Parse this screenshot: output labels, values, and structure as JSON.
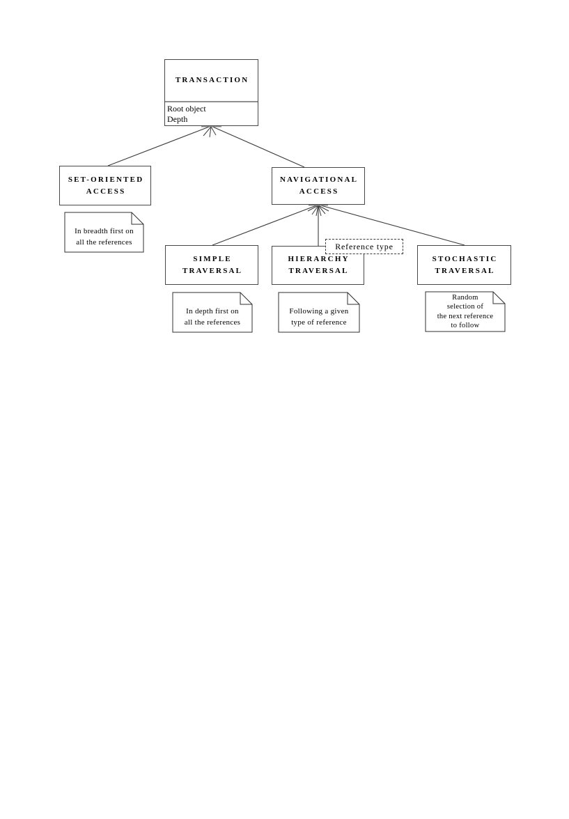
{
  "colors": {
    "background": "#ffffff",
    "line": "#3b3b3b",
    "box_border": "#464646",
    "divider": "#8f8f8f",
    "text": "#000000"
  },
  "classes": {
    "transaction": {
      "title": "TRANSACTION",
      "attributes": [
        "Root object",
        "Depth"
      ]
    },
    "set_oriented": {
      "line1": "SET-ORIENTED",
      "line2": "ACCESS"
    },
    "navigational": {
      "line1": "NAVIGATIONAL",
      "line2": "ACCESS"
    },
    "simple": {
      "line1": "SIMPLE",
      "line2": "TRAVERSAL"
    },
    "hierarchy": {
      "line1": "HIERARCHY",
      "line2": "TRAVERSAL"
    },
    "stochastic": {
      "line1": "STOCHASTIC",
      "line2": "TRAVERSAL"
    }
  },
  "notes": {
    "set_oriented": {
      "line1": "In breadth first on",
      "line2": "all the references"
    },
    "simple": {
      "line1": "In depth first on",
      "line2": "all the references"
    },
    "hierarchy": {
      "line1": "Following a given",
      "line2": "type of reference"
    },
    "stochastic": {
      "line1": "Random",
      "line2": "selection of",
      "line3": "the next reference",
      "line4": "to follow"
    }
  },
  "labels": {
    "reference_type": "Reference type"
  }
}
